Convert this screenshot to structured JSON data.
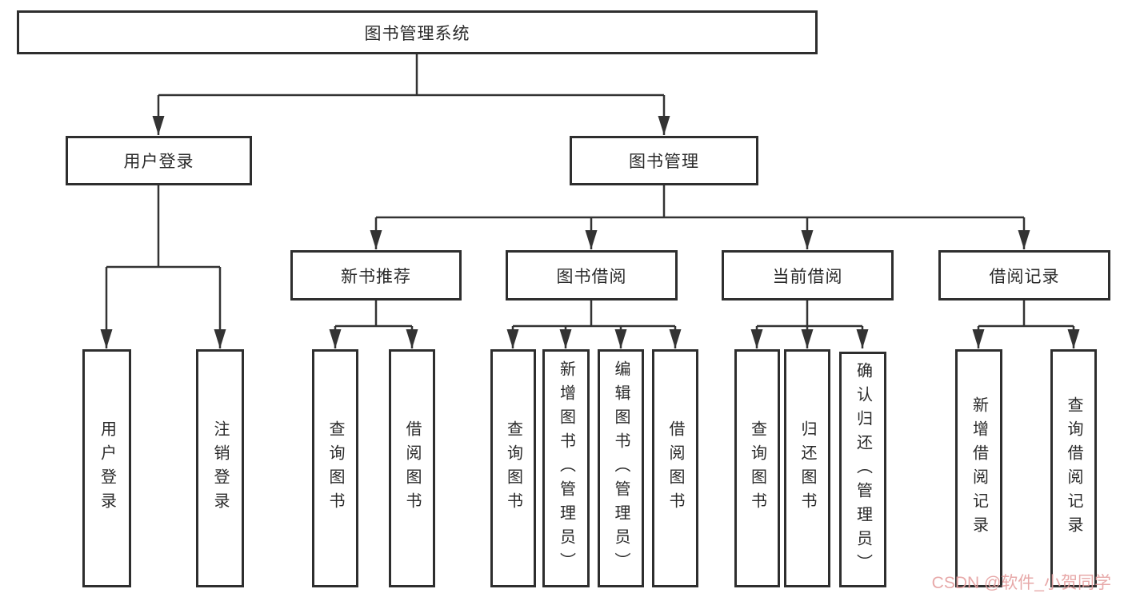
{
  "diagram": {
    "title": "图书管理系统",
    "tree": {
      "root": "图书管理系统",
      "level2": [
        "用户登录",
        "图书管理"
      ],
      "level3": [
        "新书推荐",
        "图书借阅",
        "当前借阅",
        "借阅记录"
      ],
      "leaves": {
        "user_login": [
          "用户登录",
          "注销登录"
        ],
        "new_book": [
          "查询图书",
          "借阅图书"
        ],
        "book_borrow": [
          "查询图书",
          "新增图书（管理员）",
          "编辑图书（管理员）",
          "借阅图书"
        ],
        "current_borrow": [
          "查询图书",
          "归还图书",
          "确认归还（管理员）"
        ],
        "borrow_record": [
          "新增借阅记录",
          "查询借阅记录"
        ]
      }
    },
    "colors": {
      "line": "#333333",
      "box_border": "#2e2e2e",
      "text": "#2a2a2a",
      "background": "#ffffff",
      "watermark": "#e5a0a0"
    },
    "watermark": "CSDN @软件_小贺同学"
  }
}
